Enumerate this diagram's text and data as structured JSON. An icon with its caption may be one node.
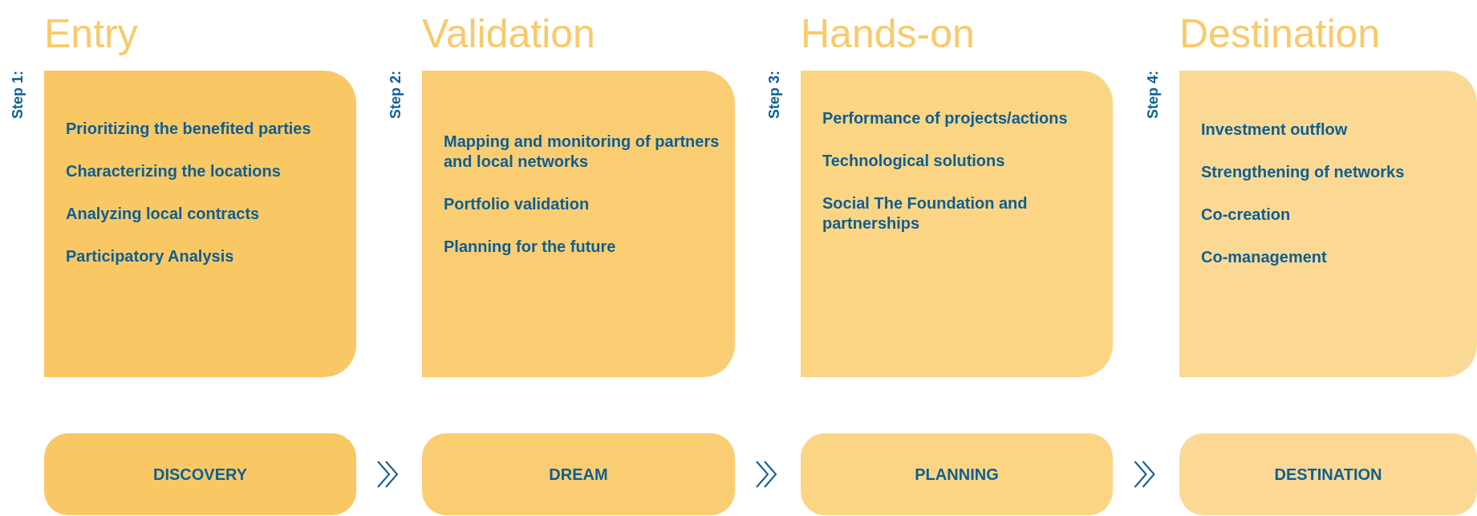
{
  "diagram": {
    "nodes": [
      {
        "text": [
          "Entry",
          "Prioritizing the benefited parties",
          "Characterizing the locations",
          "Analyzing local contracts",
          "Participatory Analysis"
        ],
        "beside": [
          "Step 1:"
        ]
      },
      {
        "text": [
          "Validation",
          "Mapping and monitoring of partners and local networks",
          "Portfolio validation",
          "Planning for the future"
        ],
        "beside": [
          "Step 2:"
        ]
      },
      {
        "text": [
          "Hands-on",
          "Performance of projects/actions",
          "Technological solutions",
          "Social The Foundation and partnerships"
        ],
        "beside": [
          "Step 3:"
        ]
      },
      {
        "text": [
          "Destination",
          "Investment outflow",
          "Strengthening of networks",
          "Co-creation",
          "Co-management"
        ],
        "beside": [
          "Step 4:"
        ]
      },
      {
        "text": [
          "DISCOVERY"
        ]
      },
      {
        "text": [
          "DREAM"
        ]
      },
      {
        "text": [
          "PLANNING"
        ]
      },
      {
        "text": [
          "DESTINATION"
        ]
      }
    ],
    "edges": [
      {
        "from": 4,
        "to": 5,
        "arrow": "to"
      },
      {
        "from": 5,
        "to": 6,
        "arrow": "to"
      },
      {
        "from": 6,
        "to": 7,
        "arrow": "to"
      }
    ]
  }
}
